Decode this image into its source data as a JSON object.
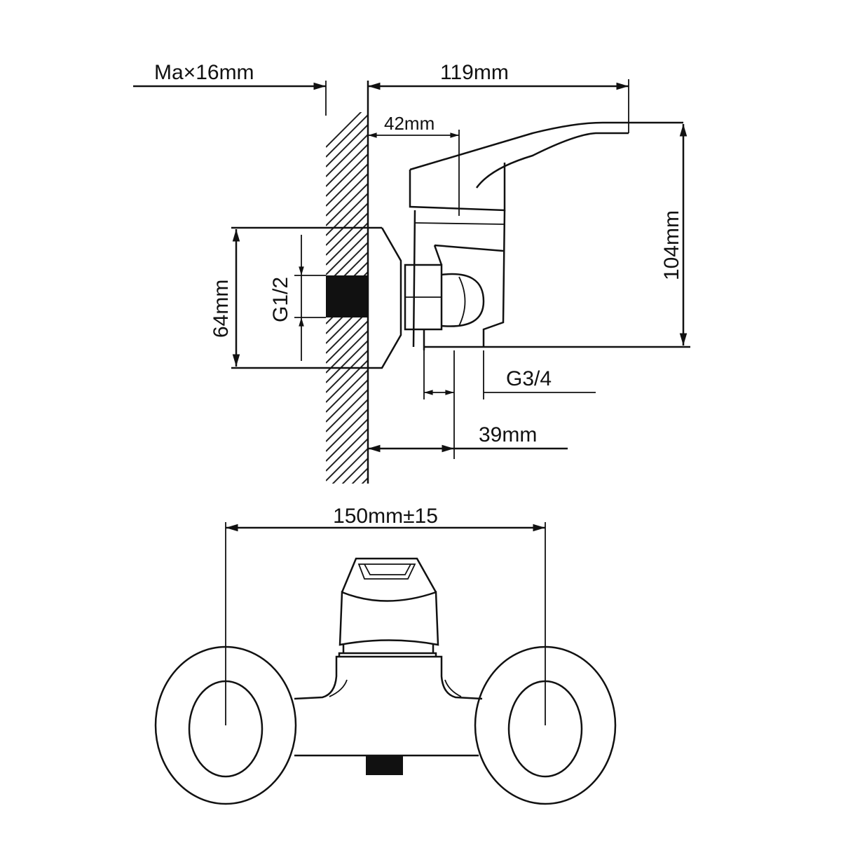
{
  "title": "Wall-mounted mixer faucet dimension drawing",
  "side_view": {
    "wall_depth_label": "Ma×16mm",
    "reach_label": "119mm",
    "handle_offset_label": "42mm",
    "escutcheon_height_label": "64mm",
    "inlet_thread_label": "G1/2",
    "height_label": "104mm",
    "outlet_thread_label": "G3/4",
    "outlet_offset_label": "39mm"
  },
  "front_view": {
    "center_distance_label": "150mm±15"
  },
  "colors": {
    "line": "#111111",
    "background": "#ffffff"
  }
}
